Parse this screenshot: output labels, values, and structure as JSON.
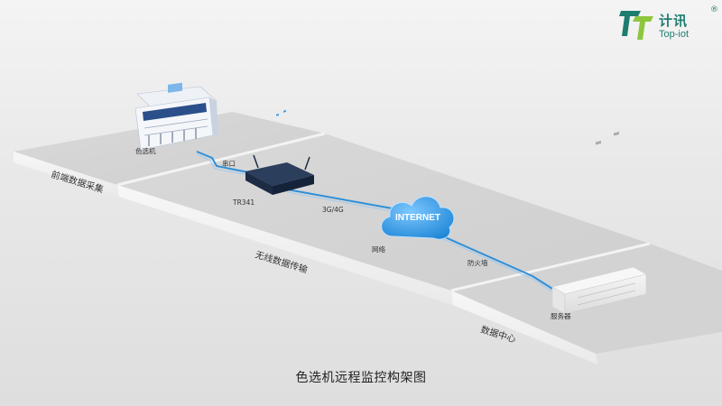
{
  "logo": {
    "cn": "计讯",
    "en": "Top-iot",
    "reg": "®"
  },
  "zones": {
    "front": "前端数据采集",
    "wireless": "无线数据传输",
    "datacenter": "数据中心"
  },
  "devices": {
    "sorter": "色选机",
    "router": "TR341",
    "cloud": "INTERNET",
    "server": "服务器"
  },
  "links": {
    "small_label": "串口",
    "cellular": "3G/4G",
    "network": "网络",
    "firewall": "防火墙"
  },
  "caption": "色选机远程监控构架图",
  "colors": {
    "accent": "#2f8fd8",
    "cloud": "#3aa0ee",
    "logo": "#1d7d6f",
    "router": "#1c2c44"
  }
}
